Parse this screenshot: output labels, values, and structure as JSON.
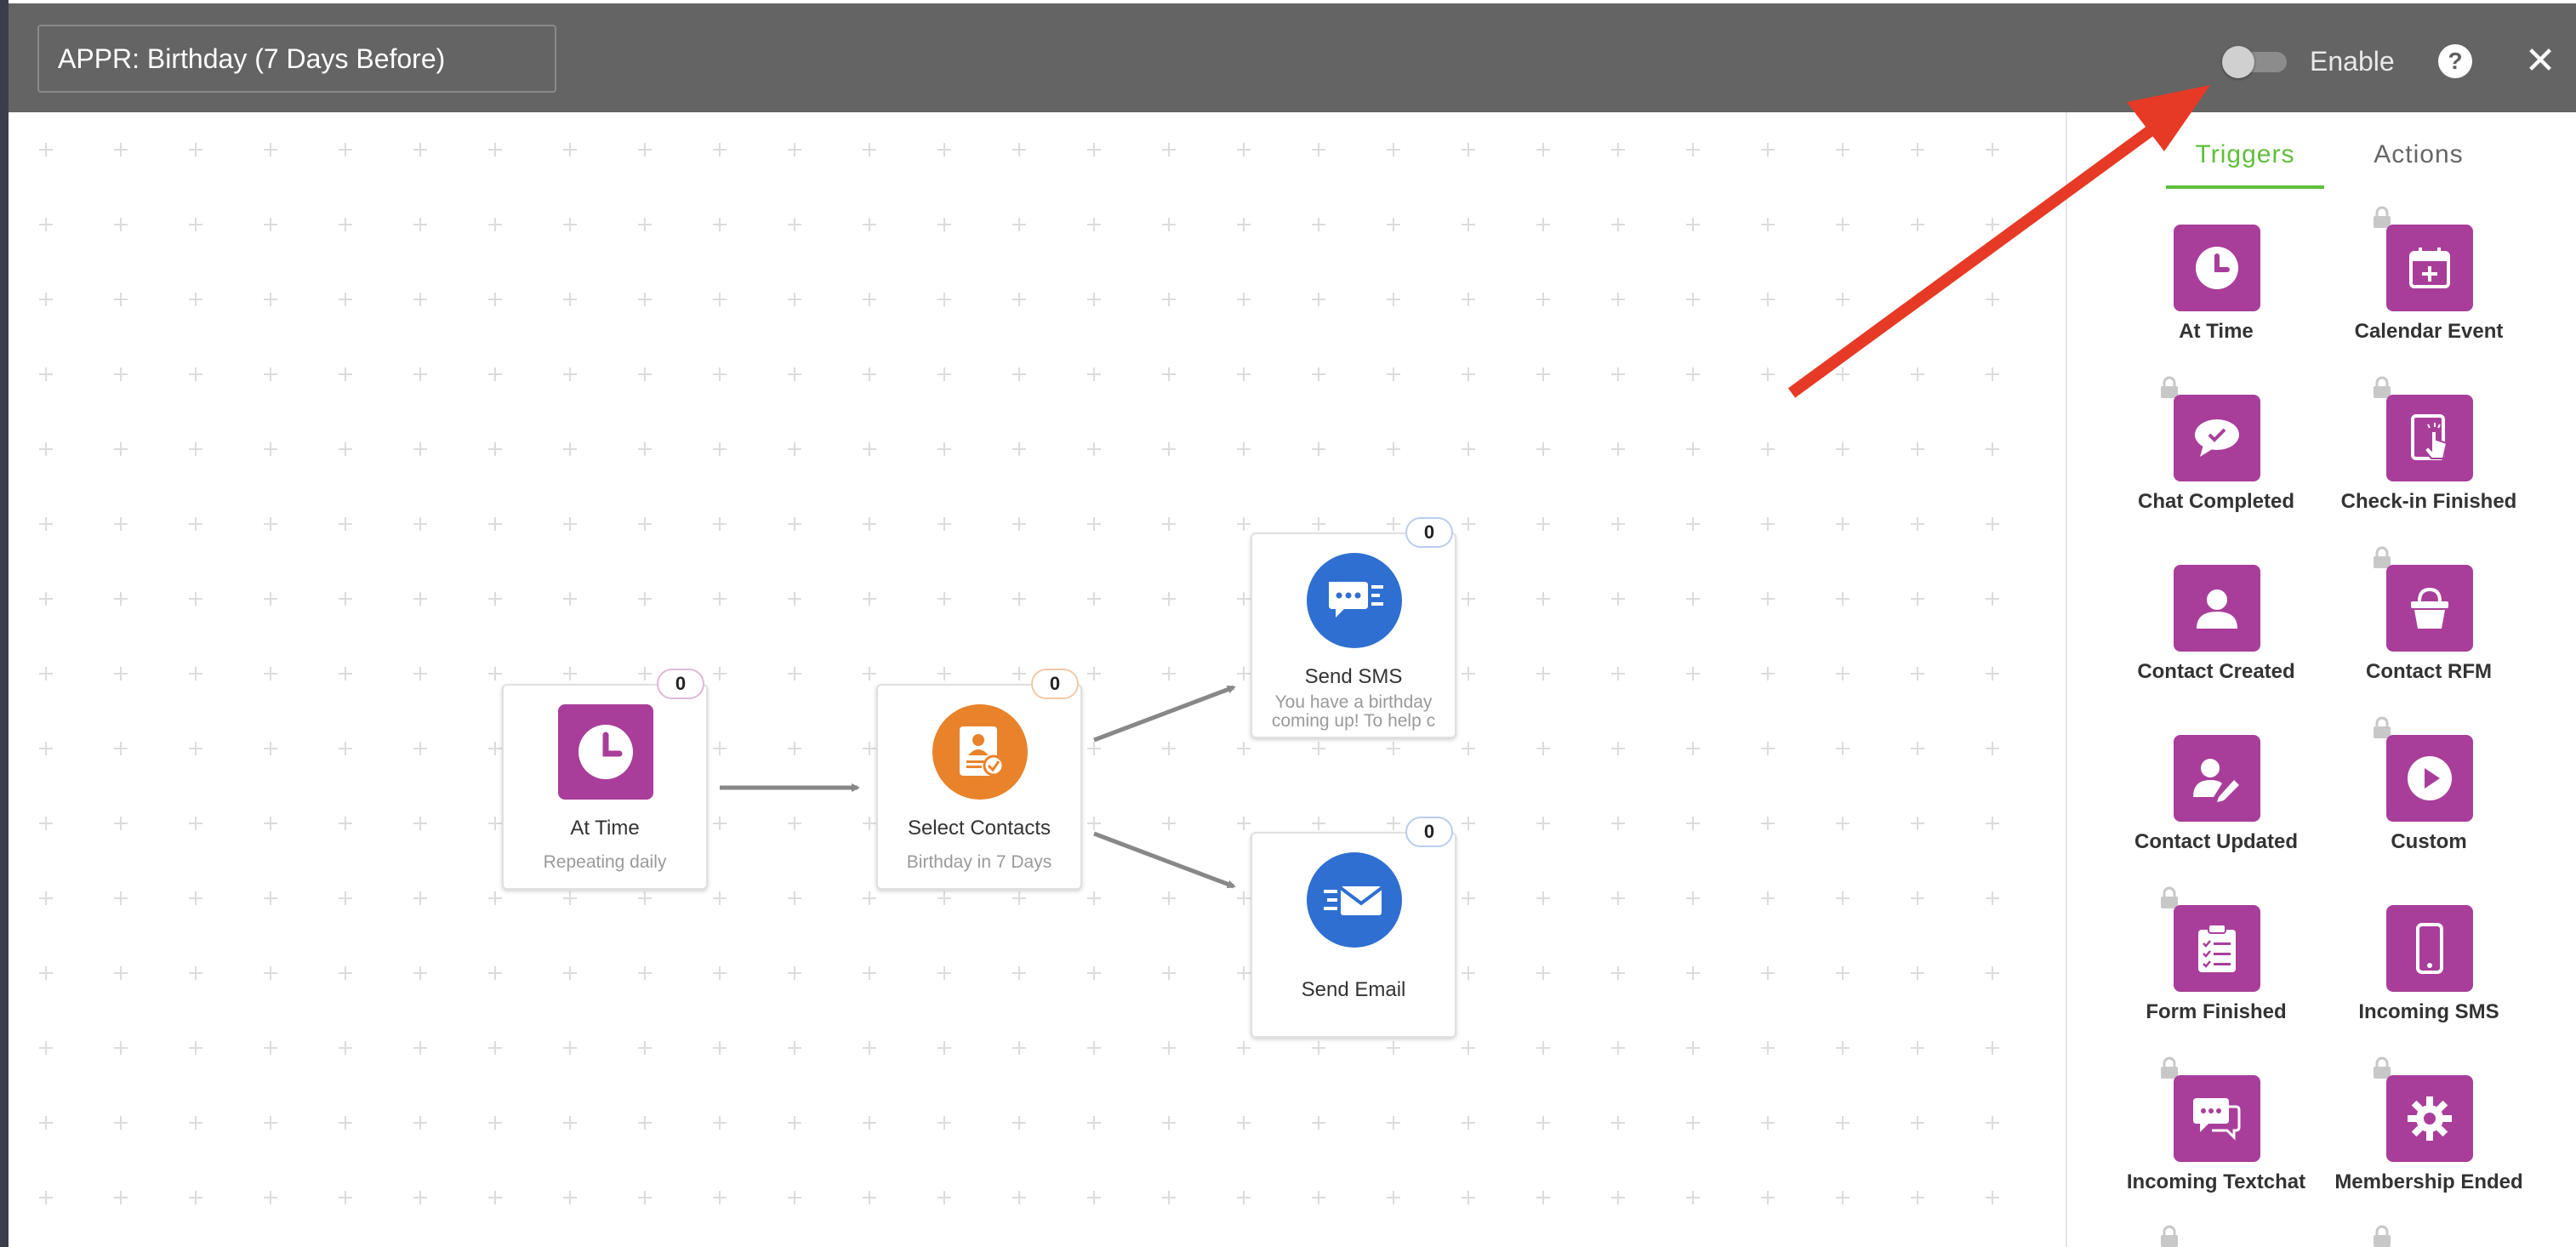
{
  "header": {
    "workflow_name": "APPR: Birthday (7 Days Before)",
    "enable_label": "Enable",
    "enabled": false,
    "help_label": "?",
    "close_label": "✕"
  },
  "canvas": {
    "nodes": [
      {
        "id": "at-time",
        "title": "At Time",
        "subtitle": "Repeating daily",
        "count": "0",
        "icon": "clock-icon",
        "color": "#a83e9a"
      },
      {
        "id": "select-contacts",
        "title": "Select Contacts",
        "subtitle": "Birthday in 7 Days",
        "count": "0",
        "icon": "contact-card-icon",
        "color": "#e8832b"
      },
      {
        "id": "send-sms",
        "title": "Send SMS",
        "subtitle_line1": "You have a birthday",
        "subtitle_line2": "coming up! To help c",
        "count": "0",
        "icon": "sms-icon",
        "color": "#2f6fd1"
      },
      {
        "id": "send-email",
        "title": "Send Email",
        "subtitle": "",
        "count": "0",
        "icon": "email-icon",
        "color": "#2f6fd1"
      }
    ]
  },
  "panel": {
    "tabs": [
      {
        "label": "Triggers",
        "active": true
      },
      {
        "label": "Actions",
        "active": false
      }
    ],
    "triggers": [
      {
        "label": "At Time",
        "icon": "clock-icon",
        "locked": false
      },
      {
        "label": "Calendar Event",
        "icon": "calendar-plus-icon",
        "locked": true
      },
      {
        "label": "Chat Completed",
        "icon": "chat-check-icon",
        "locked": true
      },
      {
        "label": "Check-in Finished",
        "icon": "tablet-touch-icon",
        "locked": true
      },
      {
        "label": "Contact Created",
        "icon": "person-icon",
        "locked": false
      },
      {
        "label": "Contact RFM",
        "icon": "bucket-icon",
        "locked": true
      },
      {
        "label": "Contact Updated",
        "icon": "person-edit-icon",
        "locked": false
      },
      {
        "label": "Custom",
        "icon": "play-icon",
        "locked": true
      },
      {
        "label": "Form Finished",
        "icon": "clipboard-list-icon",
        "locked": true
      },
      {
        "label": "Incoming SMS",
        "icon": "phone-icon",
        "locked": false
      },
      {
        "label": "Incoming Textchat",
        "icon": "chat-bubbles-icon",
        "locked": true
      },
      {
        "label": "Membership Ended",
        "icon": "gear-icon",
        "locked": true
      }
    ]
  },
  "colors": {
    "header_bg": "#646464",
    "trigger_tile": "#a83e9a",
    "active_tab": "#5fbf3a",
    "annotation_arrow": "#e63a26"
  }
}
